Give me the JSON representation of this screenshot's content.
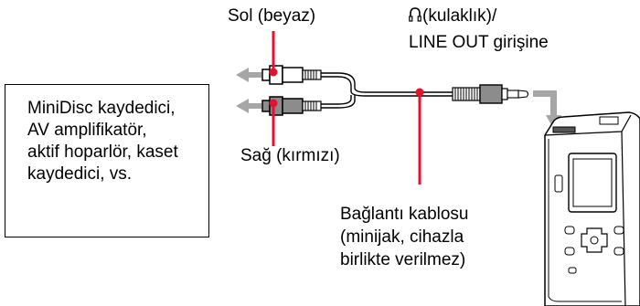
{
  "labels": {
    "left_white": "Sol (beyaz)",
    "right_red": "Sağ (kırmızı)",
    "headphone_jack": {
      "line1": "(kulaklık)/",
      "line2": "LINE OUT girişine"
    },
    "cable": {
      "line1": "Bağlantı kablosu",
      "line2": "(minijak, cihazla",
      "line3": "birlikte verilmez)"
    }
  },
  "external_device": {
    "lines": [
      "MiniDisc kaydedici,",
      "AV amplifikatör,",
      "aktif hoparlör, kaset",
      "kaydedici, vs."
    ]
  },
  "icons": {
    "headphone": "headphone-icon",
    "arrows": "arrow-left-icon",
    "device": "portable-player-icon"
  },
  "colors": {
    "leader_red": "#e8112d",
    "connector_grey": "#8c8c8c",
    "arrow_grey": "#a6a6a6"
  }
}
